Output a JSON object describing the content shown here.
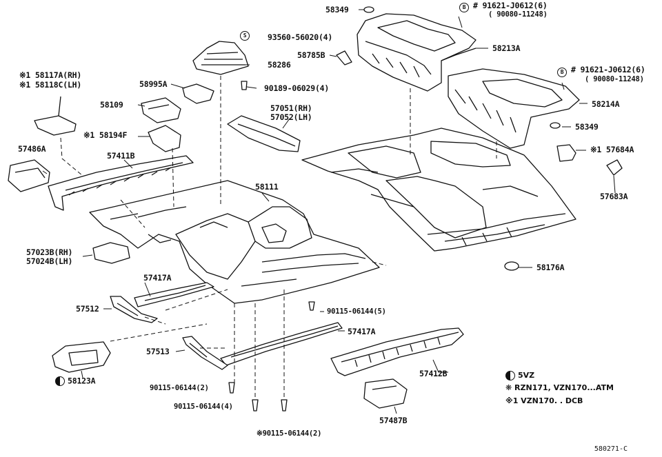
{
  "labels": {
    "p58349a": "58349",
    "p91621a": "# 91621-J0612(6)",
    "p90080a": "( 90080-11248)",
    "p93560": "93560-56020(4)",
    "p58785b": "58785B",
    "p58213a": "58213A",
    "p58286": "58286",
    "p58117a": "※1 58117A(RH)",
    "p58118c": "※1 58118C(LH)",
    "p58995a": "58995A",
    "p90189": "90189-06029(4)",
    "p91621b": "# 91621-J0612(6)",
    "p90080b": "( 90080-11248)",
    "p58214a": "58214A",
    "p58109": "58109",
    "p57051": "57051(RH)",
    "p57052": "57052(LH)",
    "p58349b": "58349",
    "p58194f": "※1 58194F",
    "p57486a": "57486A",
    "p57411b": "57411B",
    "p57684a": "※1 57684A",
    "p57683a": "57683A",
    "p58111": "58111",
    "p57023b": "57023B(RH)",
    "p57024b": "57024B(LH)",
    "p58176a": "58176A",
    "p57417a_top": "57417A",
    "p57512": "57512",
    "p90115_5": "90115-06144(5)",
    "p57417a_mid": "57417A",
    "p57513": "57513",
    "p57412b": "57412B",
    "p58123a": "58123A",
    "p90115_2a": "90115-06144(2)",
    "p90115_4": "90115-06144(4)",
    "p90115_2b": "※90115-06144(2)",
    "p57487b": "57487B"
  },
  "legend": {
    "line1": "5VZ",
    "line2": "RZN171, VZN170...ATM",
    "line3": "※1  VZN170. . DCB"
  },
  "markers": {
    "b": "B",
    "s": "S"
  },
  "footer": "580271-C"
}
